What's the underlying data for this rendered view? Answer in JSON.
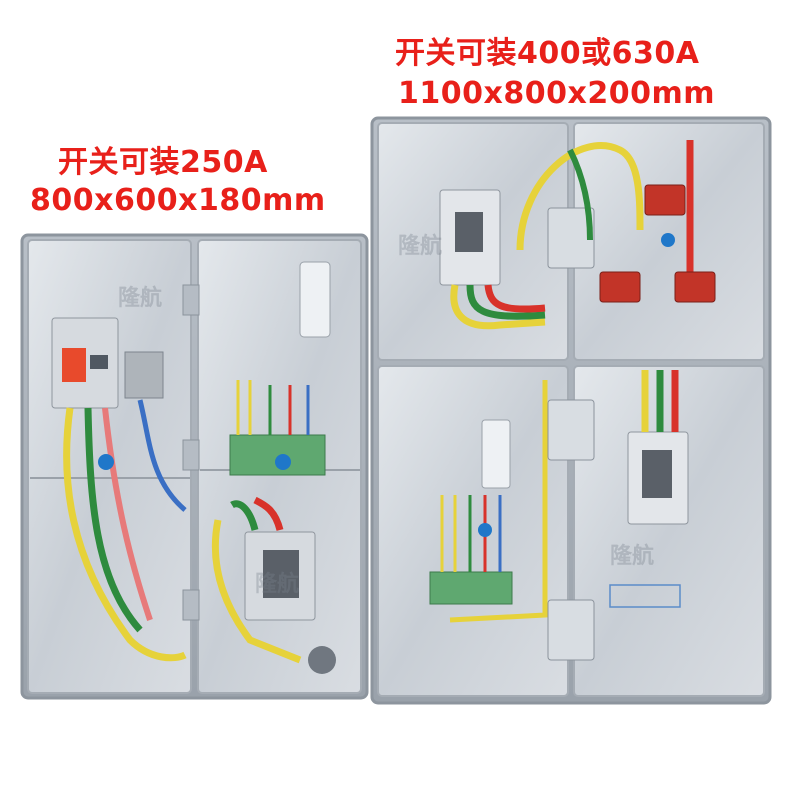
{
  "captions": {
    "right_box_switch": "开关可装400或630A",
    "right_box_size": "1100x800x200mm",
    "left_box_switch": "开关可装250A",
    "left_box_size": "800x600x180mm"
  },
  "watermark": "隆航",
  "colors": {
    "caption_red": "#e8201a",
    "box_gray": "#c9ced4",
    "wire_yellow": "#e6d23a",
    "wire_green": "#2e8b3e",
    "wire_red": "#d8322a",
    "wire_blue": "#3a6fc4"
  }
}
